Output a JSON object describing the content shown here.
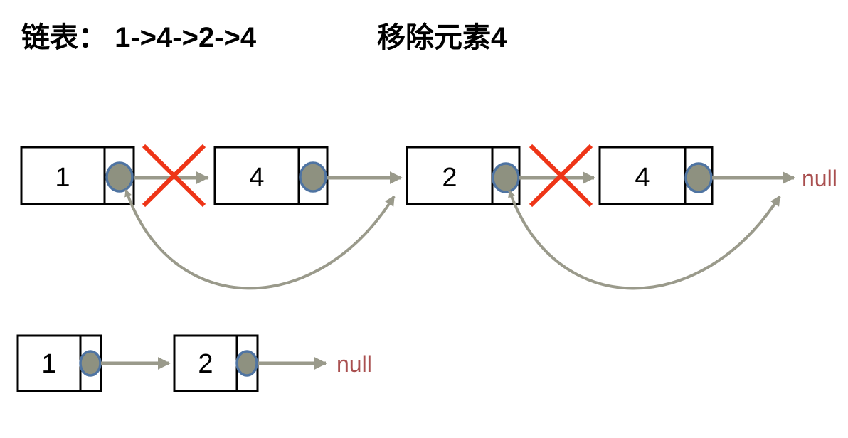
{
  "title": {
    "list": "链表： 1->4->2->4",
    "operation": "移除元素4"
  },
  "colors": {
    "background": "#ffffff",
    "box_border": "#000000",
    "node_text": "#000000",
    "pointer_fill": "#8e9180",
    "pointer_border": "#4f74a2",
    "arrow": "#9a9a8b",
    "cross": "#ee3517",
    "null_text": "#a94f4f"
  },
  "top_list": {
    "nodes": [
      {
        "value": "1",
        "removed": false
      },
      {
        "value": "4",
        "removed": true
      },
      {
        "value": "2",
        "removed": false
      },
      {
        "value": "4",
        "removed": true
      }
    ],
    "null_label": "null"
  },
  "bottom_list": {
    "nodes": [
      {
        "value": "1",
        "removed": false
      },
      {
        "value": "2",
        "removed": false
      }
    ],
    "null_label": "null"
  }
}
